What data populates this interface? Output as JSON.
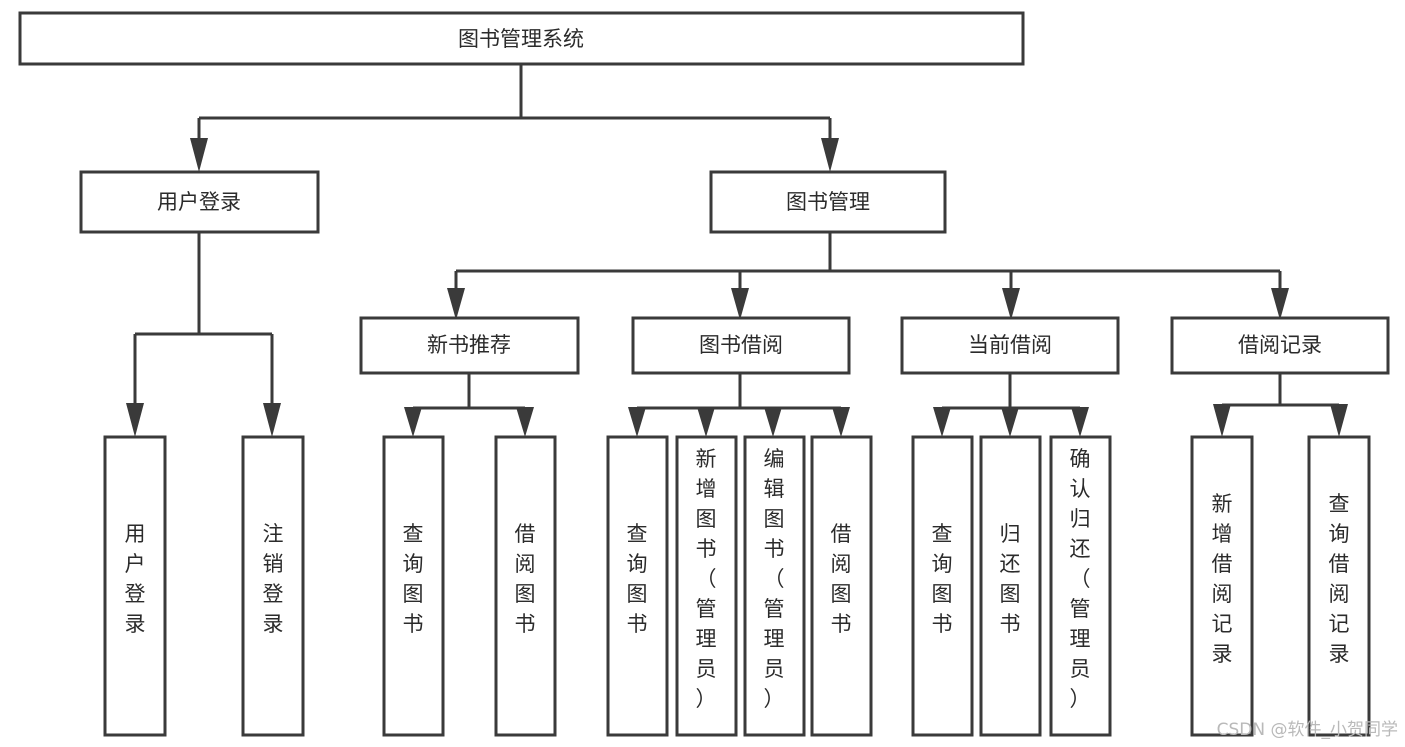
{
  "diagram": {
    "type": "tree-hierarchy-chart",
    "title": "图书管理系统",
    "levels": {
      "root": {
        "label": "图书管理系统"
      },
      "level1": [
        {
          "id": "user-login",
          "label": "用户登录"
        },
        {
          "id": "book-manage",
          "label": "图书管理"
        }
      ],
      "level2": [
        {
          "id": "new-book-recommend",
          "label": "新书推荐",
          "parent": "book-manage"
        },
        {
          "id": "book-borrow",
          "label": "图书借阅",
          "parent": "book-manage"
        },
        {
          "id": "current-borrow",
          "label": "当前借阅",
          "parent": "book-manage"
        },
        {
          "id": "borrow-record",
          "label": "借阅记录",
          "parent": "book-manage"
        }
      ],
      "leaves": [
        {
          "id": "leaf-user-login",
          "label": "用户登录",
          "parent": "user-login"
        },
        {
          "id": "leaf-user-logout",
          "label": "注销登录",
          "parent": "user-login"
        },
        {
          "id": "leaf-query-book-1",
          "label": "查询图书",
          "parent": "new-book-recommend"
        },
        {
          "id": "leaf-borrow-book-1",
          "label": "借阅图书",
          "parent": "new-book-recommend"
        },
        {
          "id": "leaf-query-book-2",
          "label": "查询图书",
          "parent": "book-borrow"
        },
        {
          "id": "leaf-add-book",
          "label": "新增图书（管理员）",
          "parent": "book-borrow"
        },
        {
          "id": "leaf-edit-book",
          "label": "编辑图书（管理员）",
          "parent": "book-borrow"
        },
        {
          "id": "leaf-borrow-book-2",
          "label": "借阅图书",
          "parent": "book-borrow"
        },
        {
          "id": "leaf-query-book-3",
          "label": "查询图书",
          "parent": "current-borrow"
        },
        {
          "id": "leaf-return-book",
          "label": "归还图书",
          "parent": "current-borrow"
        },
        {
          "id": "leaf-confirm-return",
          "label": "确认归还（管理员）",
          "parent": "current-borrow"
        },
        {
          "id": "leaf-add-record",
          "label": "新增借阅记录",
          "parent": "borrow-record"
        },
        {
          "id": "leaf-query-record",
          "label": "查询借阅记录",
          "parent": "borrow-record"
        }
      ]
    },
    "colors": {
      "stroke": "#3a3a3a",
      "fill": "#ffffff",
      "text": "#2b2b2b",
      "watermark": "#b9b9b9"
    }
  },
  "watermark": {
    "text": "CSDN @软件_小贺同学"
  }
}
